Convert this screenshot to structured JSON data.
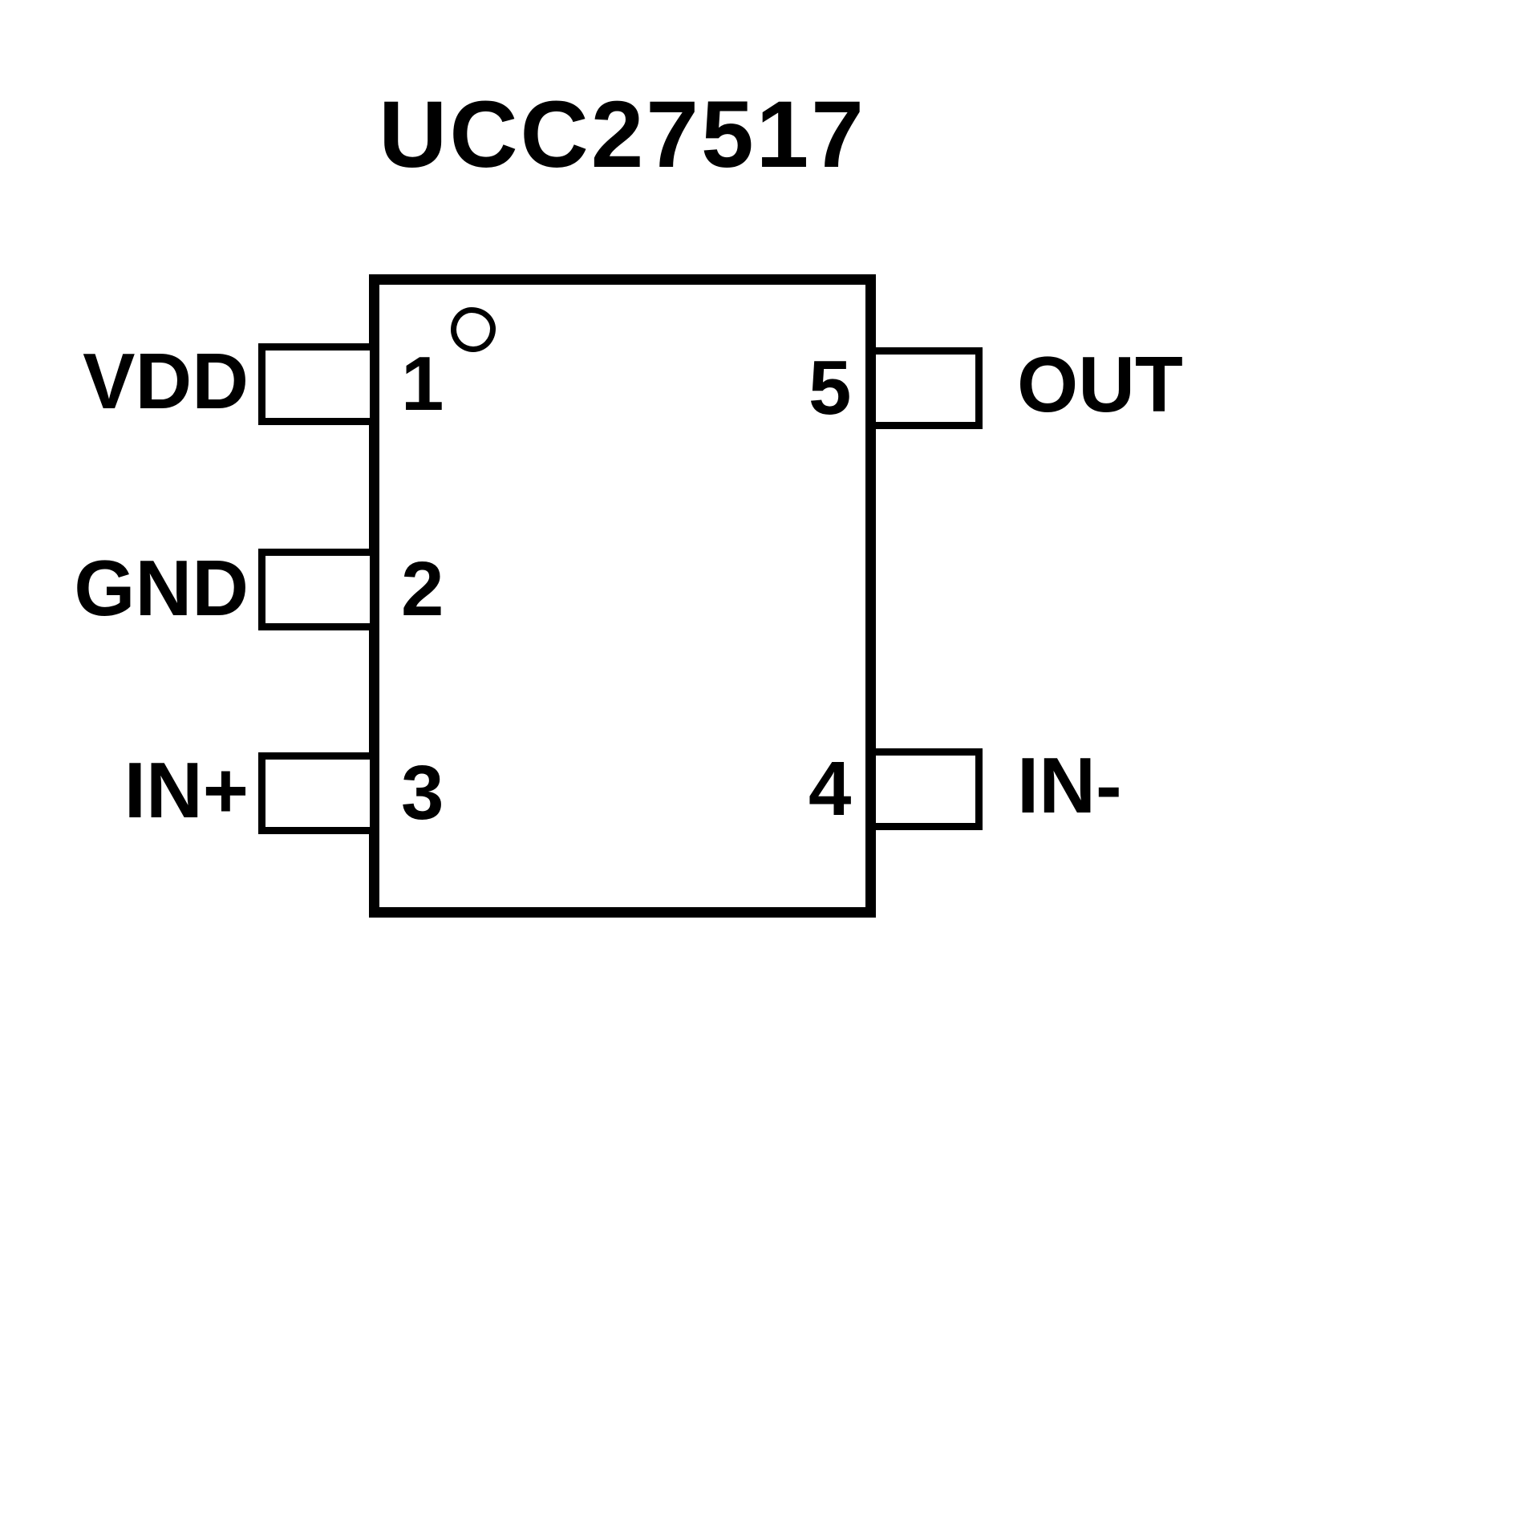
{
  "title": "UCC27517",
  "chip": {
    "part_number": "UCC27517",
    "package_pins": 5,
    "pins": [
      {
        "number": "1",
        "label": "VDD",
        "side": "left"
      },
      {
        "number": "2",
        "label": "GND",
        "side": "left"
      },
      {
        "number": "3",
        "label": "IN+",
        "side": "left"
      },
      {
        "number": "4",
        "label": "IN-",
        "side": "right"
      },
      {
        "number": "5",
        "label": "OUT",
        "side": "right"
      }
    ],
    "icons": {
      "pin1_marker": "circle-pin1-indicator"
    },
    "colors": {
      "line": "#000000",
      "background": "#ffffff"
    }
  }
}
